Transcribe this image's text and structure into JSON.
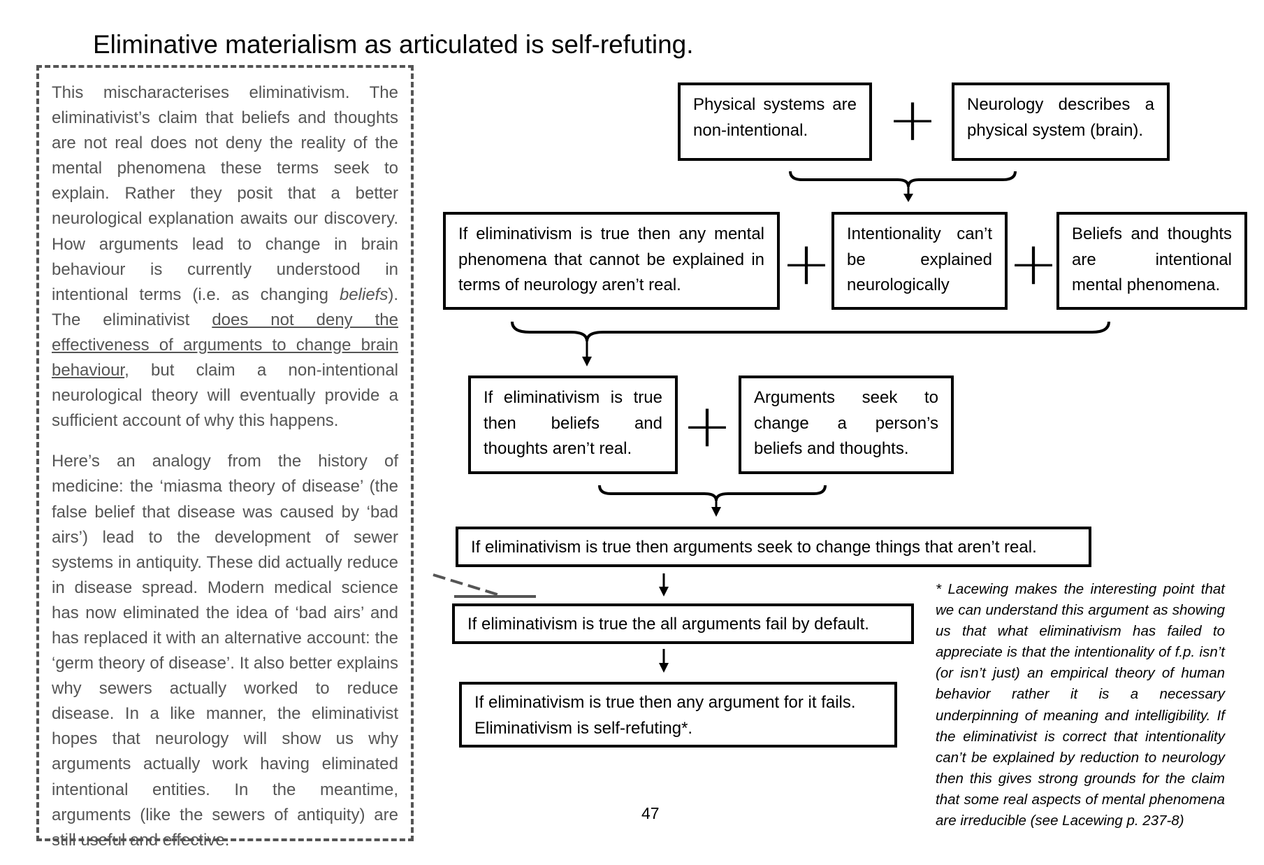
{
  "title": "Eliminative materialism as articulated is self-refuting.",
  "sidebar": {
    "p1_a": "This mischaracterises eliminativism. The eliminativist’s claim that beliefs and thoughts are not real does not deny the reality of the mental phenomena these terms seek to explain. Rather they posit that a better neurological explanation awaits our discovery. How arguments lead to change in brain behaviour is currently understood in intentional terms (i.e. as changing ",
    "p1_em": "beliefs",
    "p1_b": "). The eliminativist ",
    "p1_underline": "does not deny the effectiveness of arguments to change brain behaviour",
    "p1_c": ", but claim a non-intentional neurological theory will eventually provide a sufficient account of why this happens.",
    "p2": "Here’s an analogy from the history of medicine: the ‘miasma theory of disease’ (the false belief that disease was caused by ‘bad airs’) lead to the development of sewer systems in antiquity. These did actually reduce in disease spread. Modern medical science has now eliminated the idea of ‘bad airs’ and has replaced it with an alternative account: the ‘germ theory of disease’. It also better explains why sewers actually worked to reduce disease. In a like manner, the eliminativist hopes that neurology will show us why arguments actually work having eliminated intentional entities. In the meantime, arguments (like the sewers of antiquity) are still useful and effective."
  },
  "boxes": {
    "physical_systems": "Physical systems are non-intentional.",
    "neurology_describes": "Neurology describes a physical system (brain).",
    "if_elim_mental": "If eliminativism is true then any mental phenomena that cannot be explained in terms of neurology aren’t real.",
    "intentionality_cant": "Intentionality can’t be explained neurologically",
    "beliefs_thoughts_intentional": "Beliefs and thoughts are intentional mental phenomena.",
    "if_elim_beliefs": "If eliminativism is true then beliefs and thoughts aren’t real.",
    "arguments_seek": "Arguments seek to change a person’s beliefs and thoughts.",
    "if_elim_arguments_change": "If eliminativism is true then arguments seek to change things that aren’t real.",
    "if_elim_all_fail": "If eliminativism is true the all arguments fail by default.",
    "conclusion_line1": "If eliminativism is true then any argument for it fails.",
    "conclusion_line2": "Eliminativism is self-refuting*."
  },
  "plus_symbol": "+",
  "note": "* Lacewing makes the interesting point that we can understand this argument as showing us that what eliminativism has failed to appreciate is that the intentionality of f.p. isn’t (or isn’t just) an empirical theory of human behavior rather it is a necessary underpinning of meaning and intelligibility. If the eliminativist is correct that intentionality can’t be explained by reduction to neurology then this gives strong grounds for the claim that some real aspects of mental phenomena are irreducible (see Lacewing p. 237-8)",
  "page_number": "47",
  "colors": {
    "text": "#000000",
    "sidebar_text": "#555555",
    "dashed_border": "#555555"
  }
}
